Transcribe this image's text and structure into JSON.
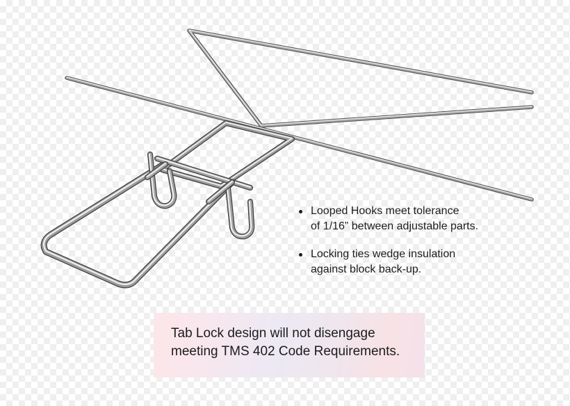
{
  "bullets": [
    {
      "line1": "Looped Hooks meet tolerance",
      "line2": "of 1/16” between adjustable parts."
    },
    {
      "line1": "Locking ties wedge insulation",
      "line2": "against block back-up."
    }
  ],
  "note": {
    "line1": "Tab Lock design will not disengage",
    "line2": "meeting TMS 402 Code Requirements."
  },
  "colors": {
    "wire_light": "#e6e6e6",
    "wire_mid": "#9c9c9c",
    "wire_dark": "#4a4a4a",
    "text": "#1c1c1c"
  },
  "illustration": "wire-tie-assembly-render"
}
